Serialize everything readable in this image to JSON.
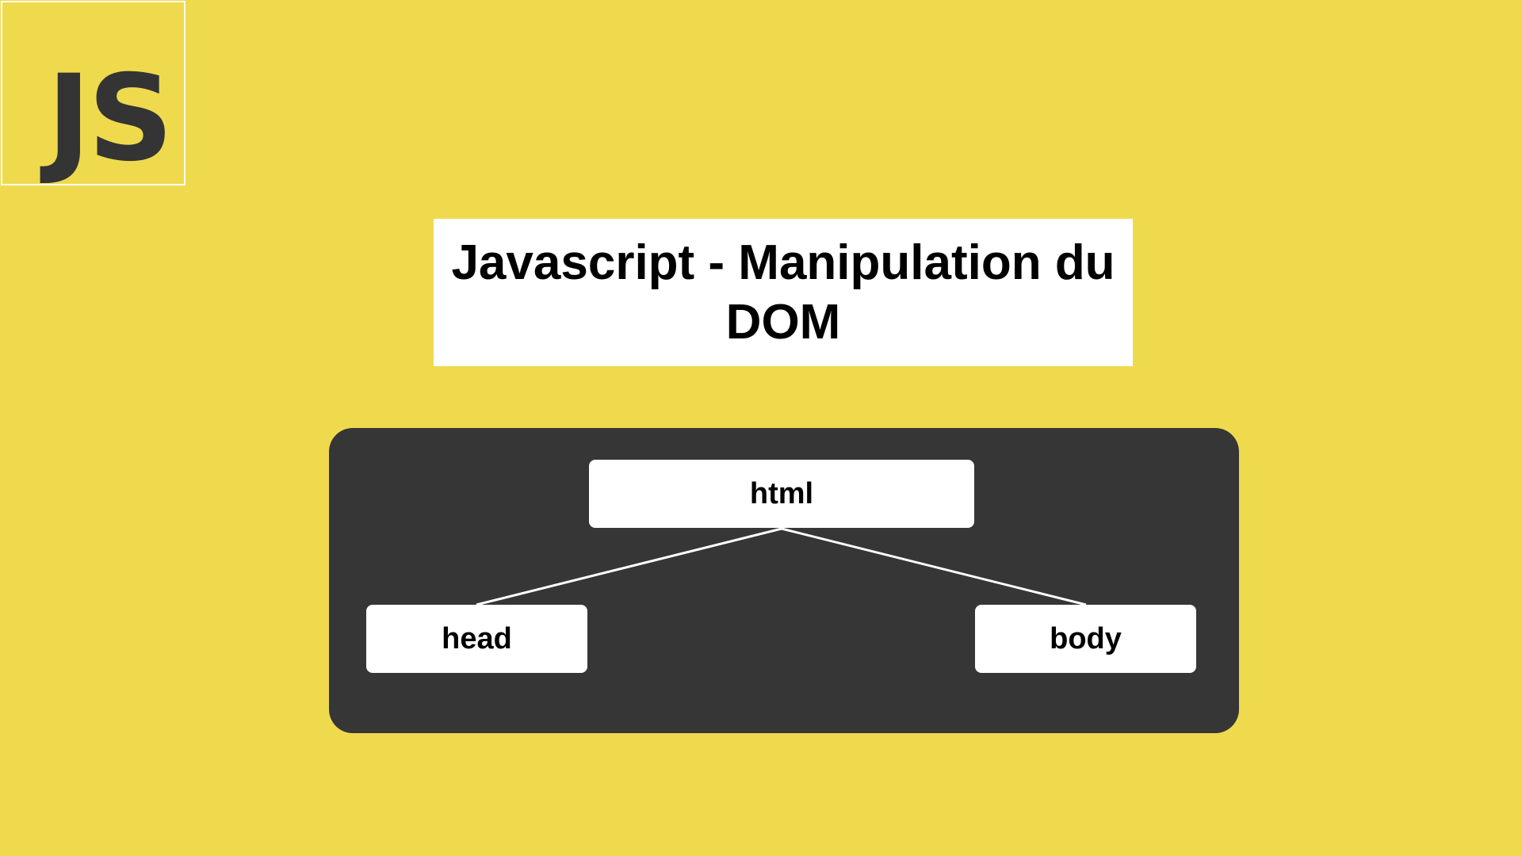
{
  "logo": {
    "text": "JS"
  },
  "title": {
    "text": "Javascript - Manipulation du DOM"
  },
  "diagram": {
    "root": {
      "label": "html"
    },
    "children": [
      {
        "label": "head"
      },
      {
        "label": "body"
      }
    ]
  },
  "colors": {
    "background": "#EFDA4E",
    "panel": "#363636",
    "node": "#ffffff",
    "text": "#000000",
    "logo_text": "#343434"
  }
}
